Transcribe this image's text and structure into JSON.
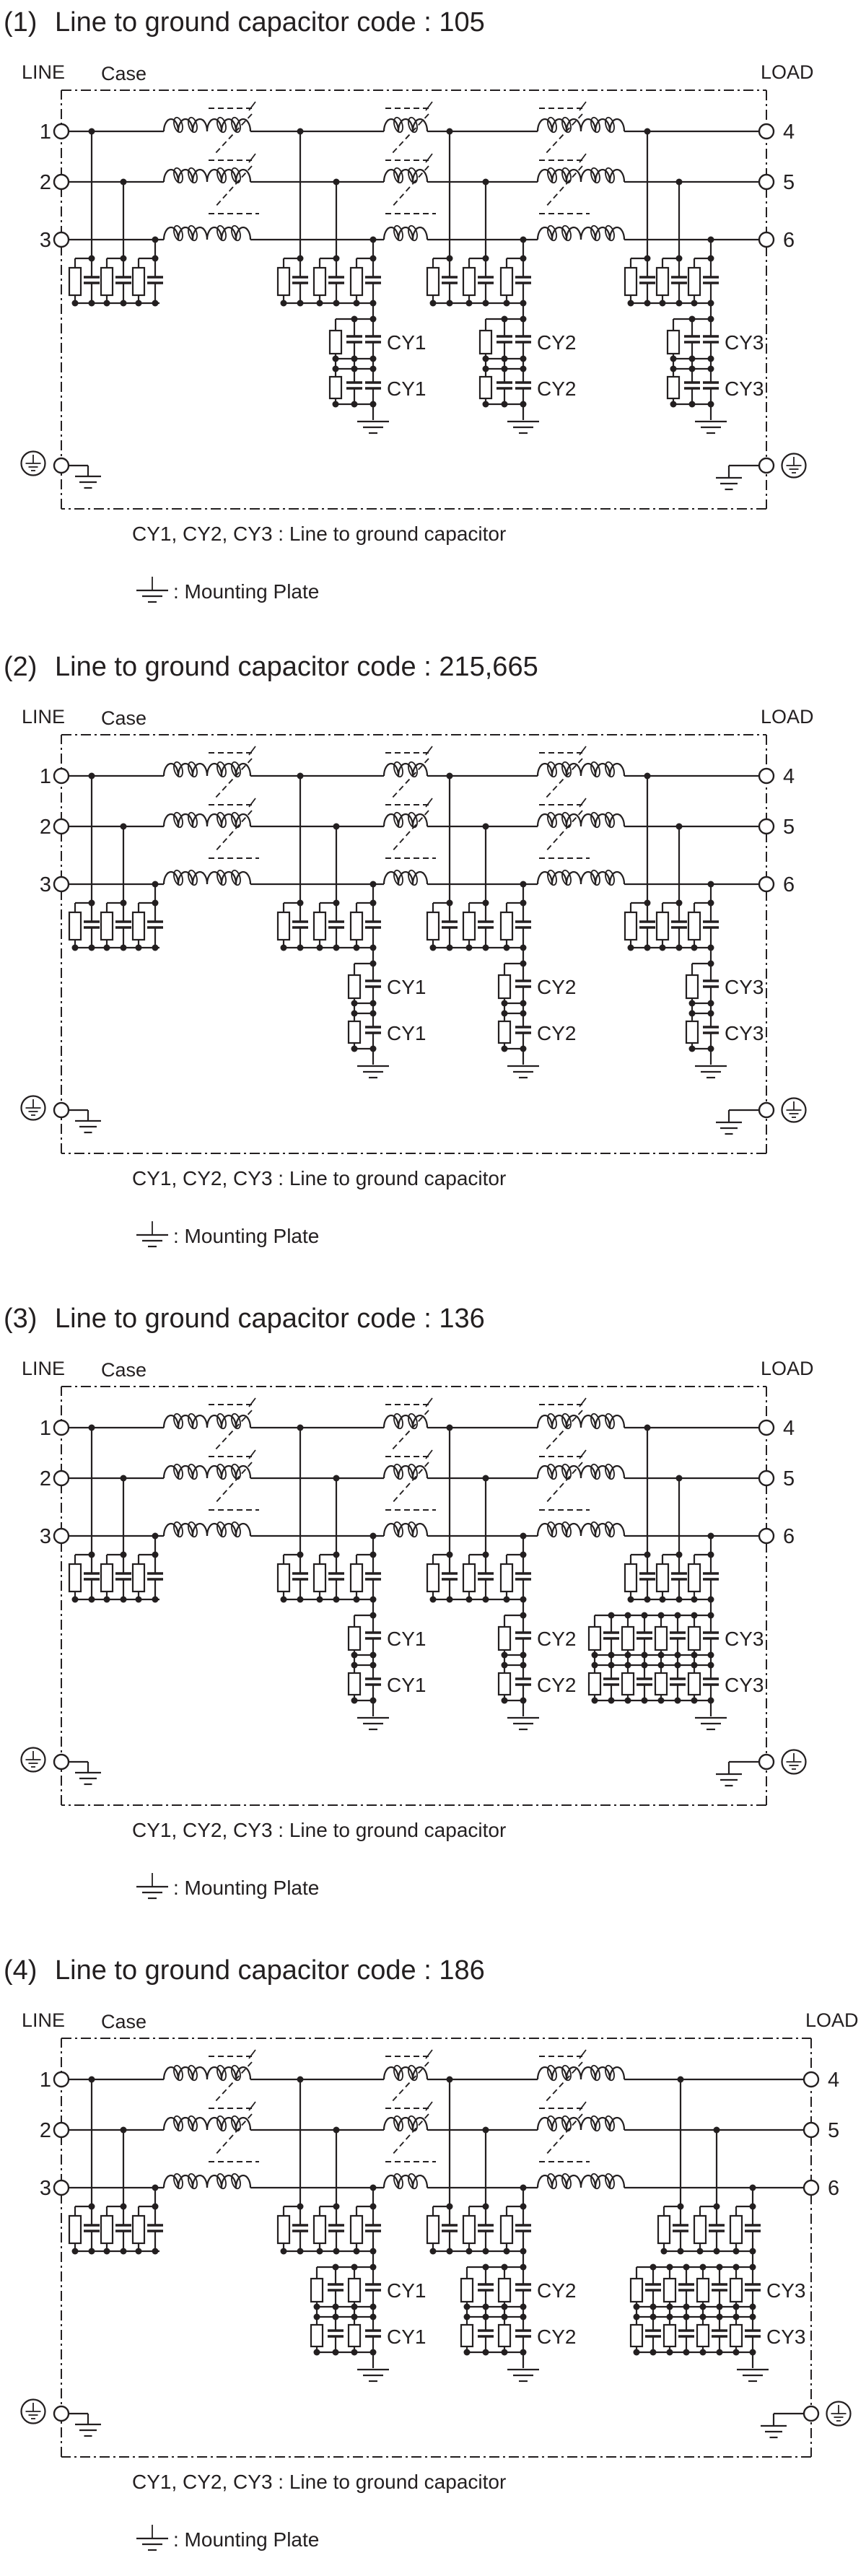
{
  "colors": {
    "ink": "#231f20",
    "background": "#ffffff"
  },
  "labels": {
    "line": "LINE",
    "load": "LOAD",
    "case": "Case",
    "terminals_left": [
      "1",
      "2",
      "3"
    ],
    "terminals_right": [
      "4",
      "5",
      "6"
    ]
  },
  "captions": {
    "cy": "CY1, CY2, CY3 : Line to ground capacitor",
    "plate": ": Mounting Plate"
  },
  "sections": [
    {
      "index": "(1)",
      "title": "Line to ground capacitor code : 105",
      "code": "105",
      "wide_right": false,
      "cy_groups": [
        {
          "label": "CY1",
          "columns": [
            "R",
            "C",
            "C"
          ]
        },
        {
          "label": "CY2",
          "columns": [
            "R",
            "C",
            "C"
          ]
        },
        {
          "label": "CY3",
          "columns": [
            "R",
            "C",
            "C"
          ]
        }
      ]
    },
    {
      "index": "(2)",
      "title": "Line to ground capacitor code : 215,665",
      "code": "215,665",
      "wide_right": false,
      "cy_groups": [
        {
          "label": "CY1",
          "columns": [
            "R",
            "C"
          ]
        },
        {
          "label": "CY2",
          "columns": [
            "R",
            "C"
          ]
        },
        {
          "label": "CY3",
          "columns": [
            "R",
            "C"
          ]
        }
      ]
    },
    {
      "index": "(3)",
      "title": "Line to ground capacitor code : 136",
      "code": "136",
      "wide_right": false,
      "cy_groups": [
        {
          "label": "CY1",
          "columns": [
            "R",
            "C"
          ]
        },
        {
          "label": "CY2",
          "columns": [
            "R",
            "C"
          ]
        },
        {
          "label": "CY3",
          "columns": [
            "R",
            "C",
            "R",
            "C",
            "R",
            "C",
            "R",
            "C"
          ]
        }
      ]
    },
    {
      "index": "(4)",
      "title": "Line to ground capacitor code : 186",
      "code": "186",
      "wide_right": true,
      "cy_groups": [
        {
          "label": "CY1",
          "columns": [
            "R",
            "C",
            "R",
            "C"
          ]
        },
        {
          "label": "CY2",
          "columns": [
            "R",
            "C",
            "R",
            "C"
          ]
        },
        {
          "label": "CY3",
          "columns": [
            "R",
            "C",
            "R",
            "C",
            "R",
            "C",
            "R",
            "C"
          ]
        }
      ]
    }
  ]
}
